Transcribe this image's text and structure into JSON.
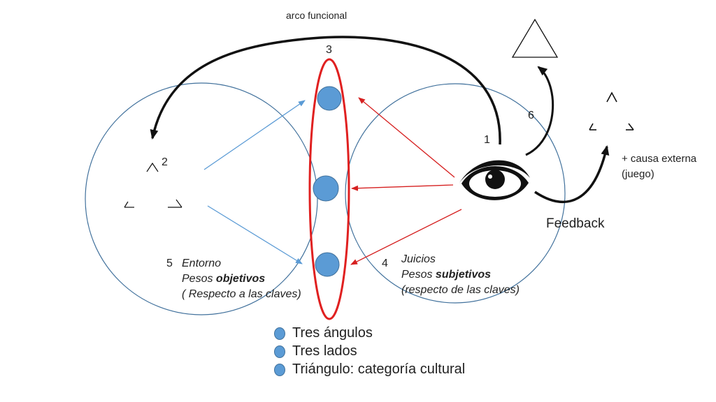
{
  "top_label": "arco funcional",
  "numbers": {
    "n1": "1",
    "n2": "2",
    "n3": "3",
    "n4": "4",
    "n5": "5",
    "n6": "6"
  },
  "left_circle": {
    "line1": "Entorno",
    "line2_prefix": "Pesos ",
    "line2_bold": "objetivos",
    "line3": "( Respecto a las claves)"
  },
  "right_circle": {
    "line1": "Juicios",
    "line2_prefix": "Pesos ",
    "line2_bold": "subjetivos",
    "line3": "(respecto de las claves)"
  },
  "feedback_label": "Feedback",
  "external_cause": {
    "line1": "+ causa externa",
    "line2": "(juego)"
  },
  "legend": [
    {
      "label": "Tres ángulos"
    },
    {
      "label": "Tres lados"
    },
    {
      "label": "Triángulo: categoría cultural"
    }
  ],
  "colors": {
    "circle_stroke": "#41719c",
    "ellipse_stroke": "#e02020",
    "dot_fill": "#5b9bd5",
    "blue_arrow": "#5b9bd5",
    "red_arrow": "#d62020",
    "black": "#111111"
  }
}
